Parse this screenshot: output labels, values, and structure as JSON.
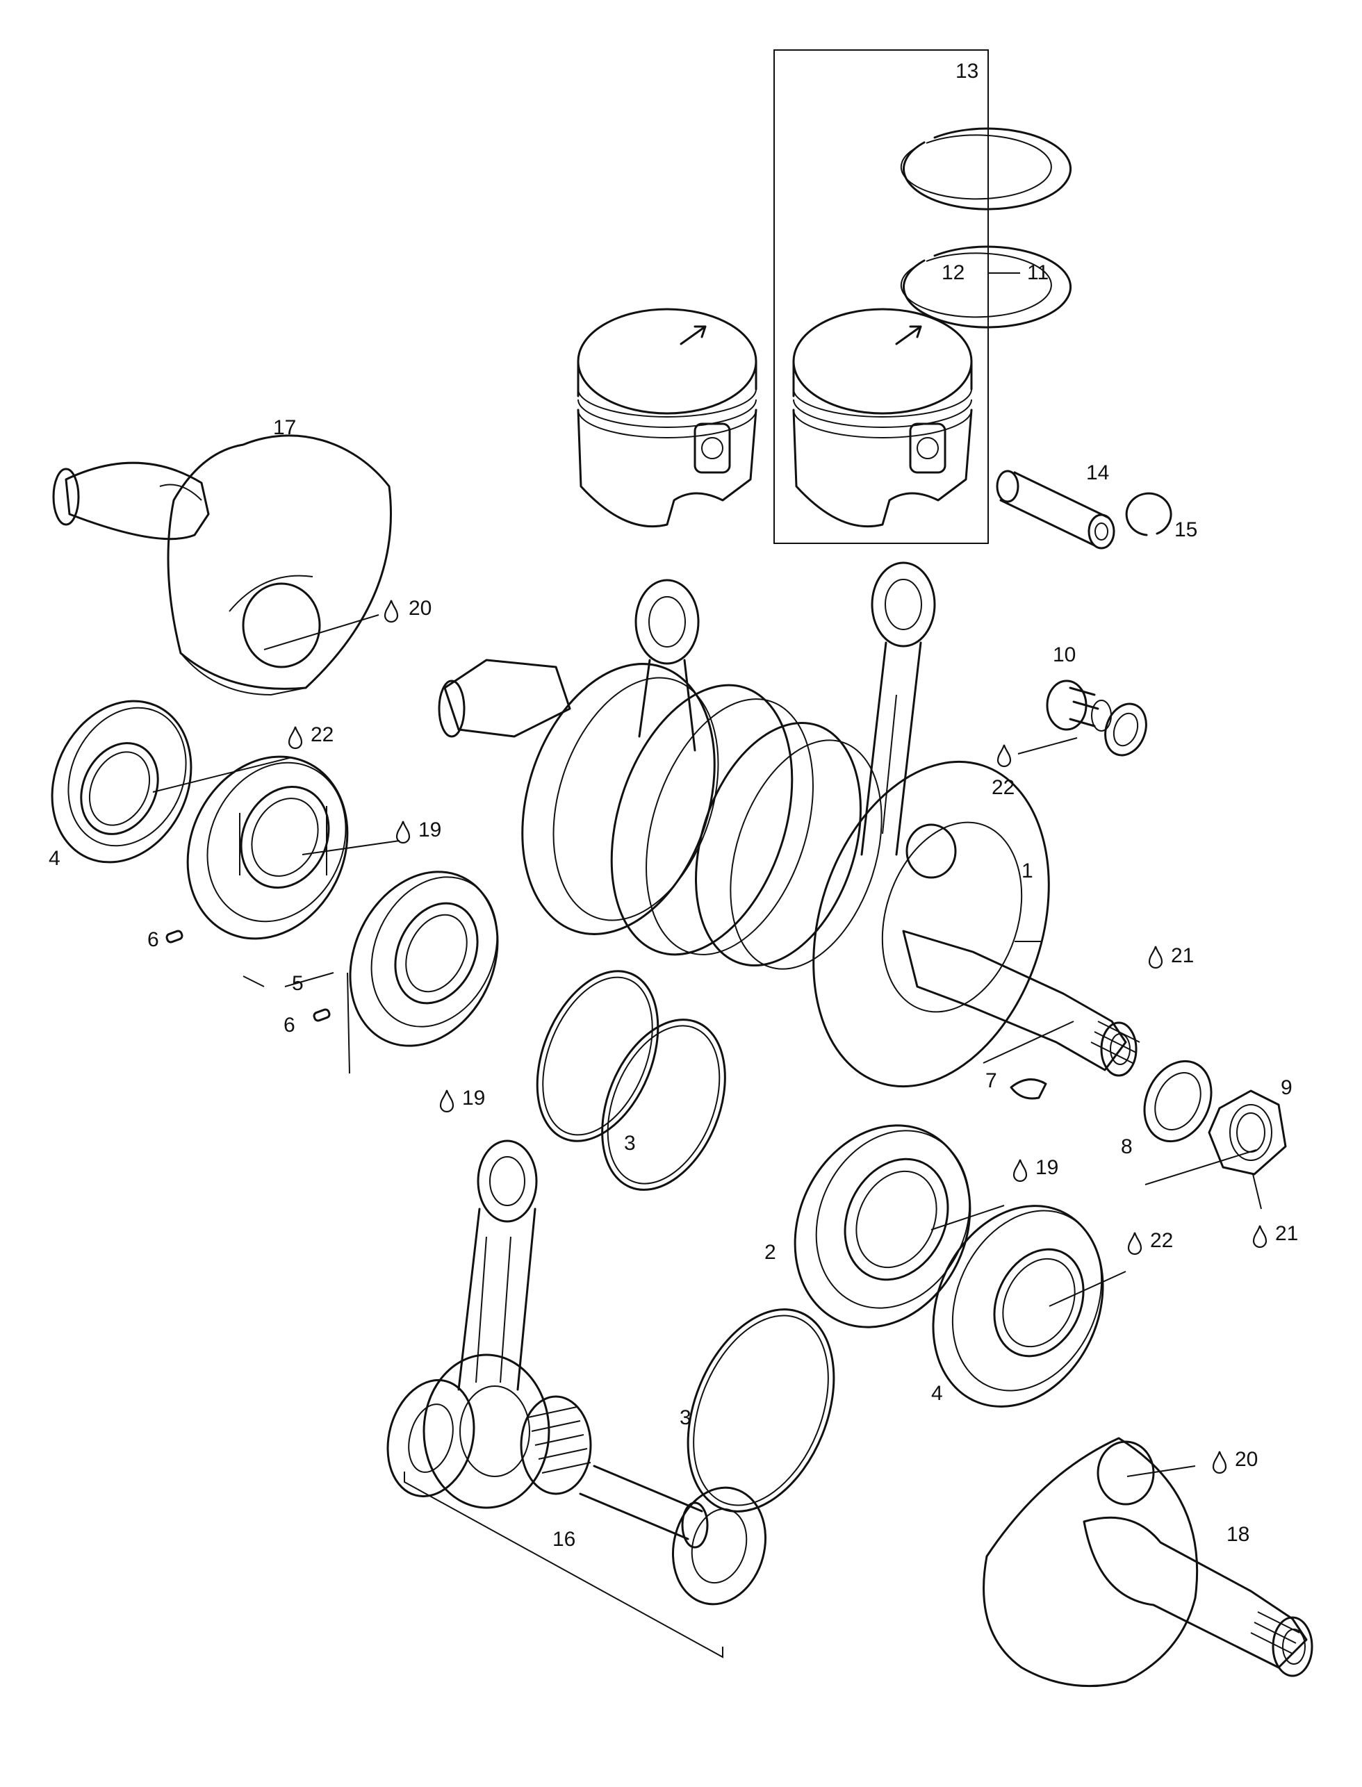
{
  "labels": {
    "l1": "1",
    "l2": "2",
    "l3a": "3",
    "l3b": "3",
    "l4a": "4",
    "l4b": "4",
    "l5": "5",
    "l6a": "6",
    "l6b": "6",
    "l7": "7",
    "l8": "8",
    "l9": "9",
    "l10": "10",
    "l11": "11",
    "l12": "12",
    "l13": "13",
    "l14": "14",
    "l15": "15",
    "l16": "16",
    "l17": "17",
    "l18": "18",
    "l19a": "19",
    "l19b": "19",
    "l19c": "19",
    "l20a": "20",
    "l20b": "20",
    "l21a": "21",
    "l21b": "21",
    "l22a": "22",
    "l22b": "22",
    "l22c": "22"
  },
  "icons": {
    "lubricant": "oil-drop-icon"
  }
}
